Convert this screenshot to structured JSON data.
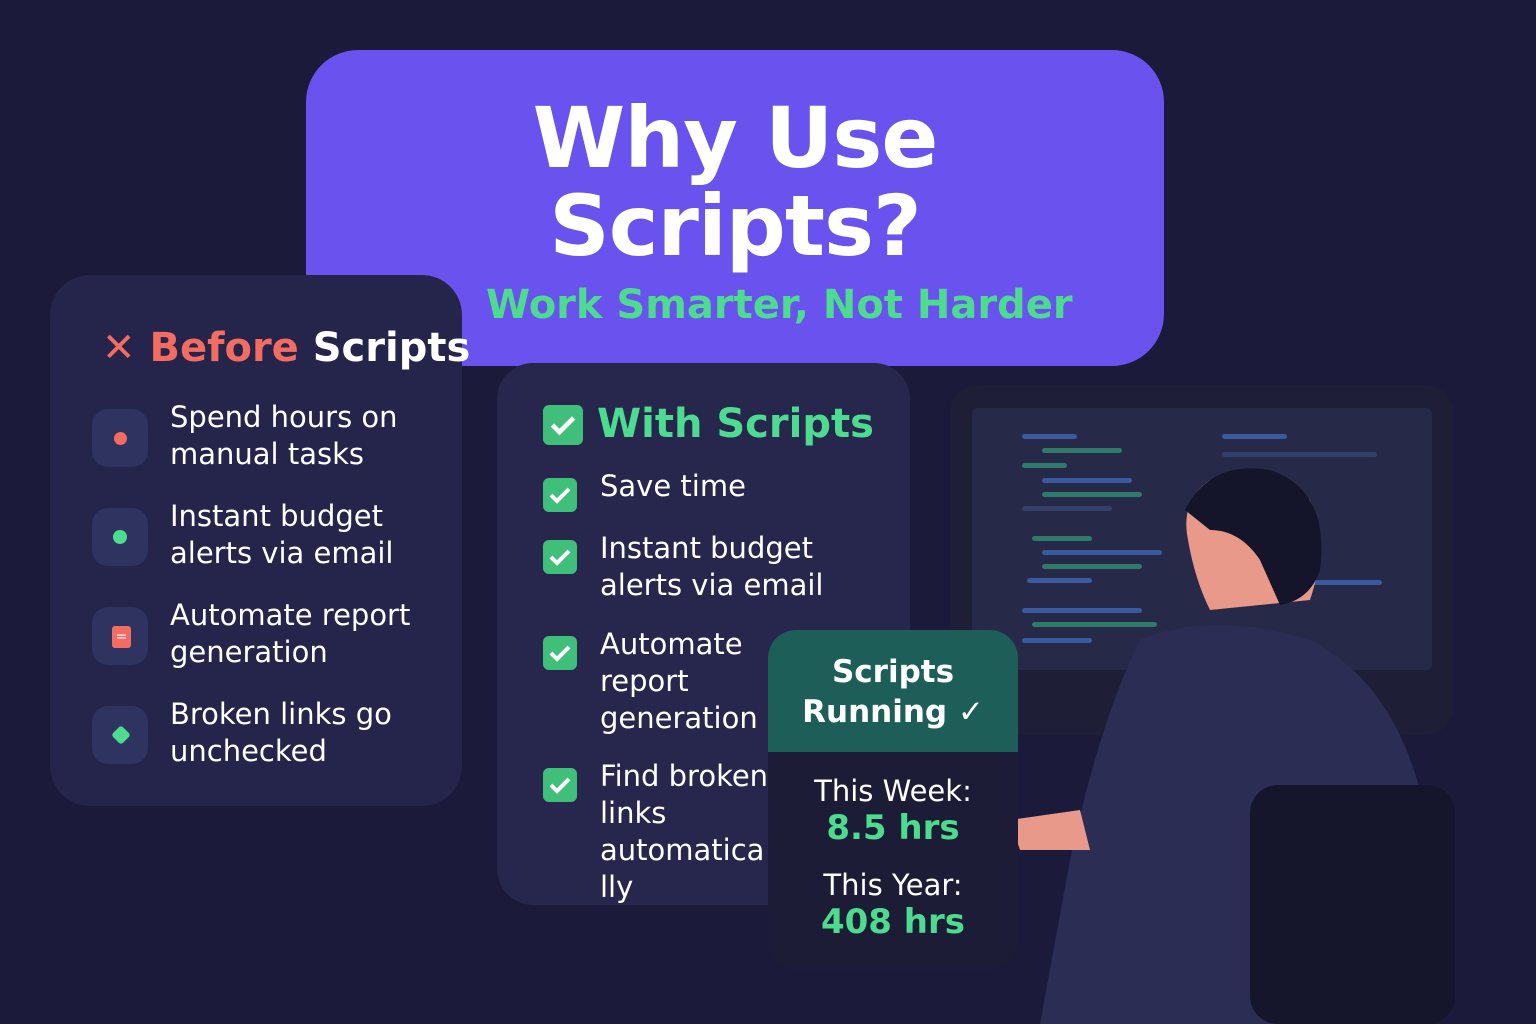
{
  "hero": {
    "title_line1": "Why Use",
    "title_line2": "Scripts?",
    "subtitle": "Work Smarter, Not Harder"
  },
  "before": {
    "title_prefix": "Before",
    "title_suffix": "Scripts",
    "icon": "x-icon",
    "items": [
      {
        "text": "Spend hours on manual tasks",
        "icon": "red-dot-icon"
      },
      {
        "text": "Instant budget alerts via email",
        "icon": "green-dot-icon"
      },
      {
        "text": "Automate report generation",
        "icon": "document-icon"
      },
      {
        "text": "Broken links go unchecked",
        "icon": "green-diamond-icon"
      }
    ]
  },
  "with": {
    "title": "With Scripts",
    "icon": "checkbox-icon",
    "items": [
      {
        "text": "Save time"
      },
      {
        "text": "Instant budget alerts via email"
      },
      {
        "text": "Automate report generation"
      },
      {
        "text": "Find broken links automatically"
      }
    ]
  },
  "status": {
    "title_line1": "Scripts",
    "title_line2": "Running ✓",
    "week_label": "This Week:",
    "week_value": "8.5 hrs",
    "year_label": "This Year:",
    "year_value": "408 hrs"
  },
  "colors": {
    "background": "#1b1a3a",
    "accent_purple": "#6a52ee",
    "green": "#4ddc8f",
    "red": "#f26c62",
    "status_header": "#1d5e58"
  }
}
